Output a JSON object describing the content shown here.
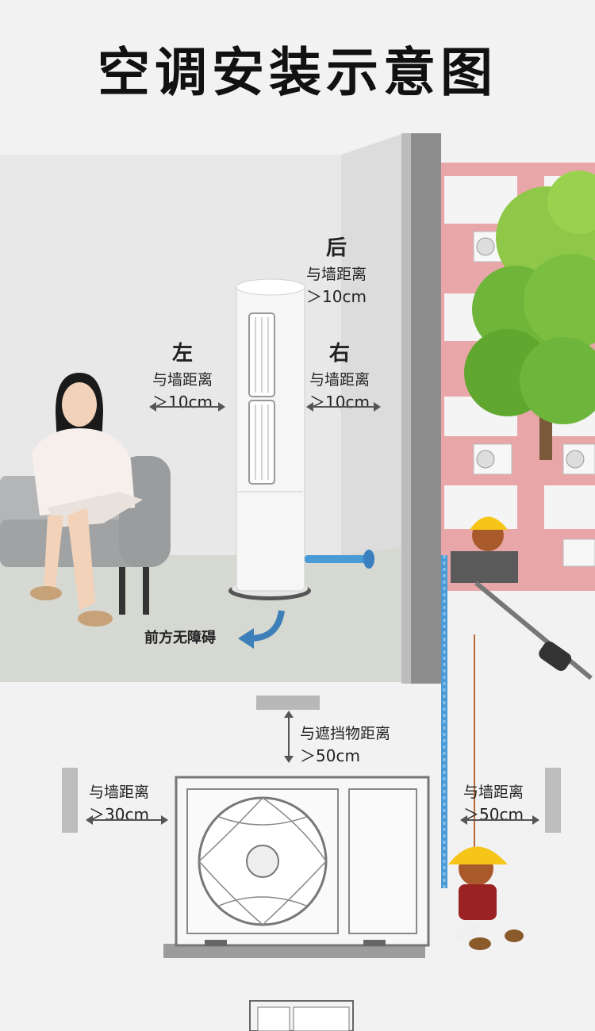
{
  "title": "空调安装示意图",
  "labels": {
    "back": {
      "direction": "后",
      "desc": "与墙距离",
      "value": "＞10cm"
    },
    "left": {
      "direction": "左",
      "desc": "与墙距离",
      "value": "＞10cm"
    },
    "right": {
      "direction": "右",
      "desc": "与墙距离",
      "value": "＞10cm"
    },
    "front": "前方无障碍",
    "top_obstacle": {
      "desc": "与遮挡物距离",
      "value": "＞50cm"
    },
    "outdoor_left": {
      "desc": "与墙距离",
      "value": "＞30cm"
    },
    "outdoor_right": {
      "desc": "与墙距离",
      "value": "＞50cm"
    }
  },
  "colors": {
    "wall": "#e6e6e6",
    "floor": "#d9dad4",
    "building": "#e8a6a8",
    "tree": "#6fb53a",
    "pipe": "#4a9ad6",
    "helmet": "#f5c518",
    "sofa": "#a0a2a4"
  }
}
